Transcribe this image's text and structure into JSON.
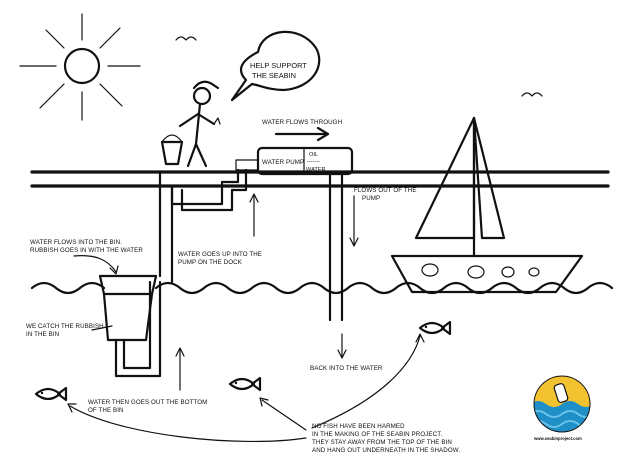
{
  "speech_bubble": {
    "line1": "HELP SUPPORT",
    "line2": "THE SEABIN"
  },
  "pump": {
    "label": "WATER PUMP",
    "oil": "OIL",
    "separator": "-------",
    "water": "WATER"
  },
  "labels": {
    "water_flows_through": "WATER FLOWS THROUGH",
    "flows_out_line1": "FLOWS OUT OF THE",
    "flows_out_line2": "PUMP",
    "into_bin_line1": "WATER FLOWS INTO THE BIN.",
    "into_bin_line2": "RUBBISH GOES IN WITH THE WATER",
    "goes_up_line1": "WATER GOES UP INTO THE",
    "goes_up_line2": "PUMP ON THE DOCK",
    "catch_line1": "WE CATCH THE RUBBISH",
    "catch_line2": "IN THE BIN",
    "back_into_water": "BACK INTO THE WATER",
    "bottom_line1": "WATER THEN GOES OUT THE BOTTOM",
    "bottom_line2": "OF THE BIN",
    "fish_line1": "NO FISH HAVE BEEN HARMED",
    "fish_line2": "IN THE MAKING OF THE SEABIN PROJECT.",
    "fish_line3": "THEY STAY AWAY FROM THE TOP OF THE BIN",
    "fish_line4": "AND HANG OUT UNDERNEATH IN THE SHADOW."
  },
  "logo": {
    "url_text": "www.seabinproject.com"
  },
  "colors": {
    "ink": "#111111",
    "logo_sun": "#f2c230",
    "logo_sea": "#1f8fc8",
    "logo_sea_light": "#6cc3ea"
  },
  "icons": [
    "sun-icon",
    "bird-icon",
    "stick-figure-icon",
    "bucket-icon",
    "sailboat-icon",
    "fish-icon",
    "seabin-logo-icon"
  ]
}
